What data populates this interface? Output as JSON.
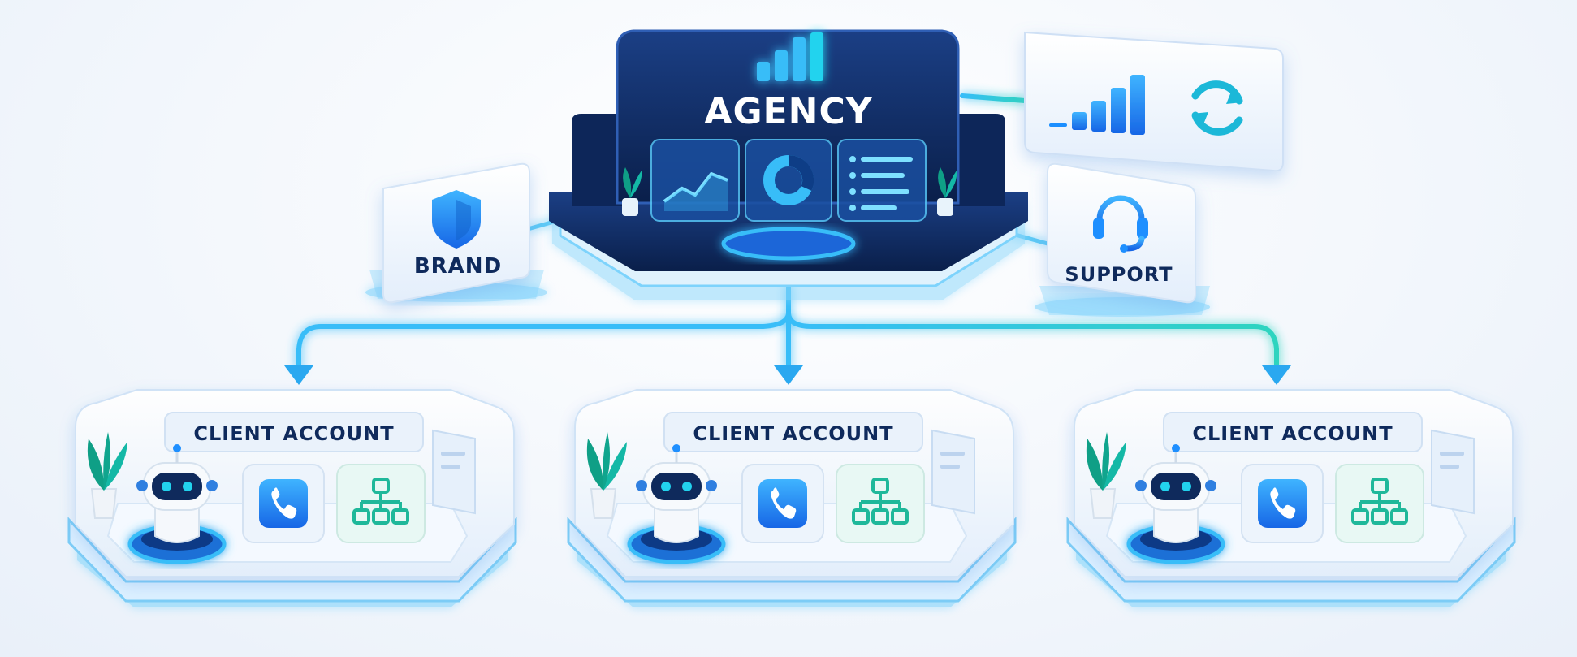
{
  "hub": {
    "title": "AGENCY"
  },
  "left_card": {
    "label": "BRAND",
    "icon": "shield-icon"
  },
  "right_card": {
    "label": "SUPPORT",
    "icon": "headset-icon"
  },
  "stats_panel": {
    "icons": [
      "signal-bars-icon",
      "refresh-icon"
    ]
  },
  "clients": [
    {
      "title": "CLIENT ACCOUNT",
      "icons": [
        "robot-icon",
        "phone-icon",
        "flow-icon",
        "plant-icon"
      ]
    },
    {
      "title": "CLIENT ACCOUNT",
      "icons": [
        "robot-icon",
        "phone-icon",
        "flow-icon",
        "plant-icon"
      ]
    },
    {
      "title": "CLIENT ACCOUNT",
      "icons": [
        "robot-icon",
        "phone-icon",
        "flow-icon",
        "plant-icon"
      ]
    }
  ],
  "colors": {
    "navy": "#0f2a5c",
    "accent": "#1e90ff",
    "cyan": "#22d3ee",
    "teal": "#14b8a6",
    "glass": "#eef5fd"
  }
}
